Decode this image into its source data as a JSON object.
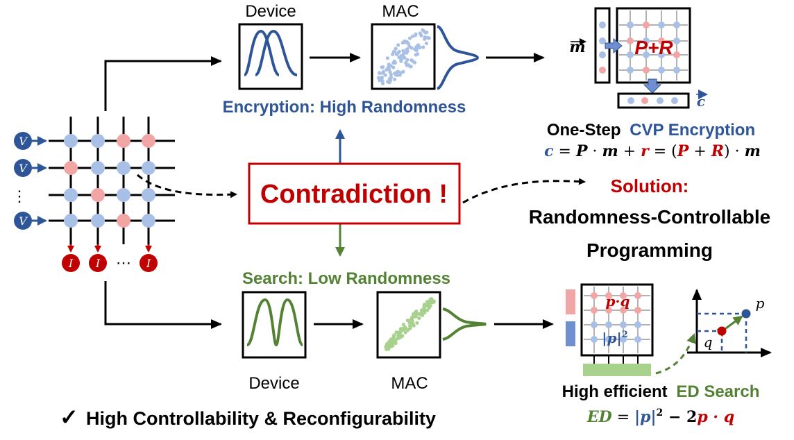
{
  "colors": {
    "blue": "#2E5597",
    "light_blue": "#A9C0E6",
    "pink": "#F2A5A5",
    "red": "#C00000",
    "green": "#548235",
    "light_green": "#A9D18E",
    "black": "#000000"
  },
  "crossbar": {
    "voltage_label": "V",
    "current_label": "I",
    "row_ellipsis": "⋮",
    "col_ellipsis": "⋯"
  },
  "top_branch": {
    "device_label": "Device",
    "mac_label": "MAC",
    "caption": "Encryption: High Randomness"
  },
  "bottom_branch": {
    "device_label": "Device",
    "mac_label": "MAC",
    "caption": "Search: Low Randomness"
  },
  "center": {
    "contradiction": "Contradiction !"
  },
  "cvp": {
    "m_label": "m",
    "pr_label": "P+R",
    "c_label": "c",
    "title_part1": "One-Step",
    "title_part2": "CVP Encryption",
    "eq_c": "c",
    "eq_eq1": " = ",
    "eq_P": "P",
    "eq_dot1": " · ",
    "eq_m1": "m",
    "eq_plus": " + ",
    "eq_r": "r",
    "eq_eq2": " = (",
    "eq_P2": "P",
    "eq_plus2": " + ",
    "eq_R": "R",
    "eq_close": ") · ",
    "eq_m2": "m"
  },
  "solution": {
    "label": "Solution:",
    "line1": "Randomness-Controllable",
    "line2": "Programming"
  },
  "search": {
    "pq_label": "p·q",
    "p2_label": "|p|",
    "p2_sup": "2",
    "point_p": "p",
    "point_q": "q",
    "title_part1": "High efficient",
    "title_part2": "ED Search",
    "eq_ED": "ED",
    "eq_eq": " = ",
    "eq_p2": "|p|",
    "eq_sup": "2",
    "eq_minus": " − 2",
    "eq_pq": "p · q"
  },
  "footer": {
    "check": "✓",
    "text": "High Controllability & Reconfigurability"
  }
}
